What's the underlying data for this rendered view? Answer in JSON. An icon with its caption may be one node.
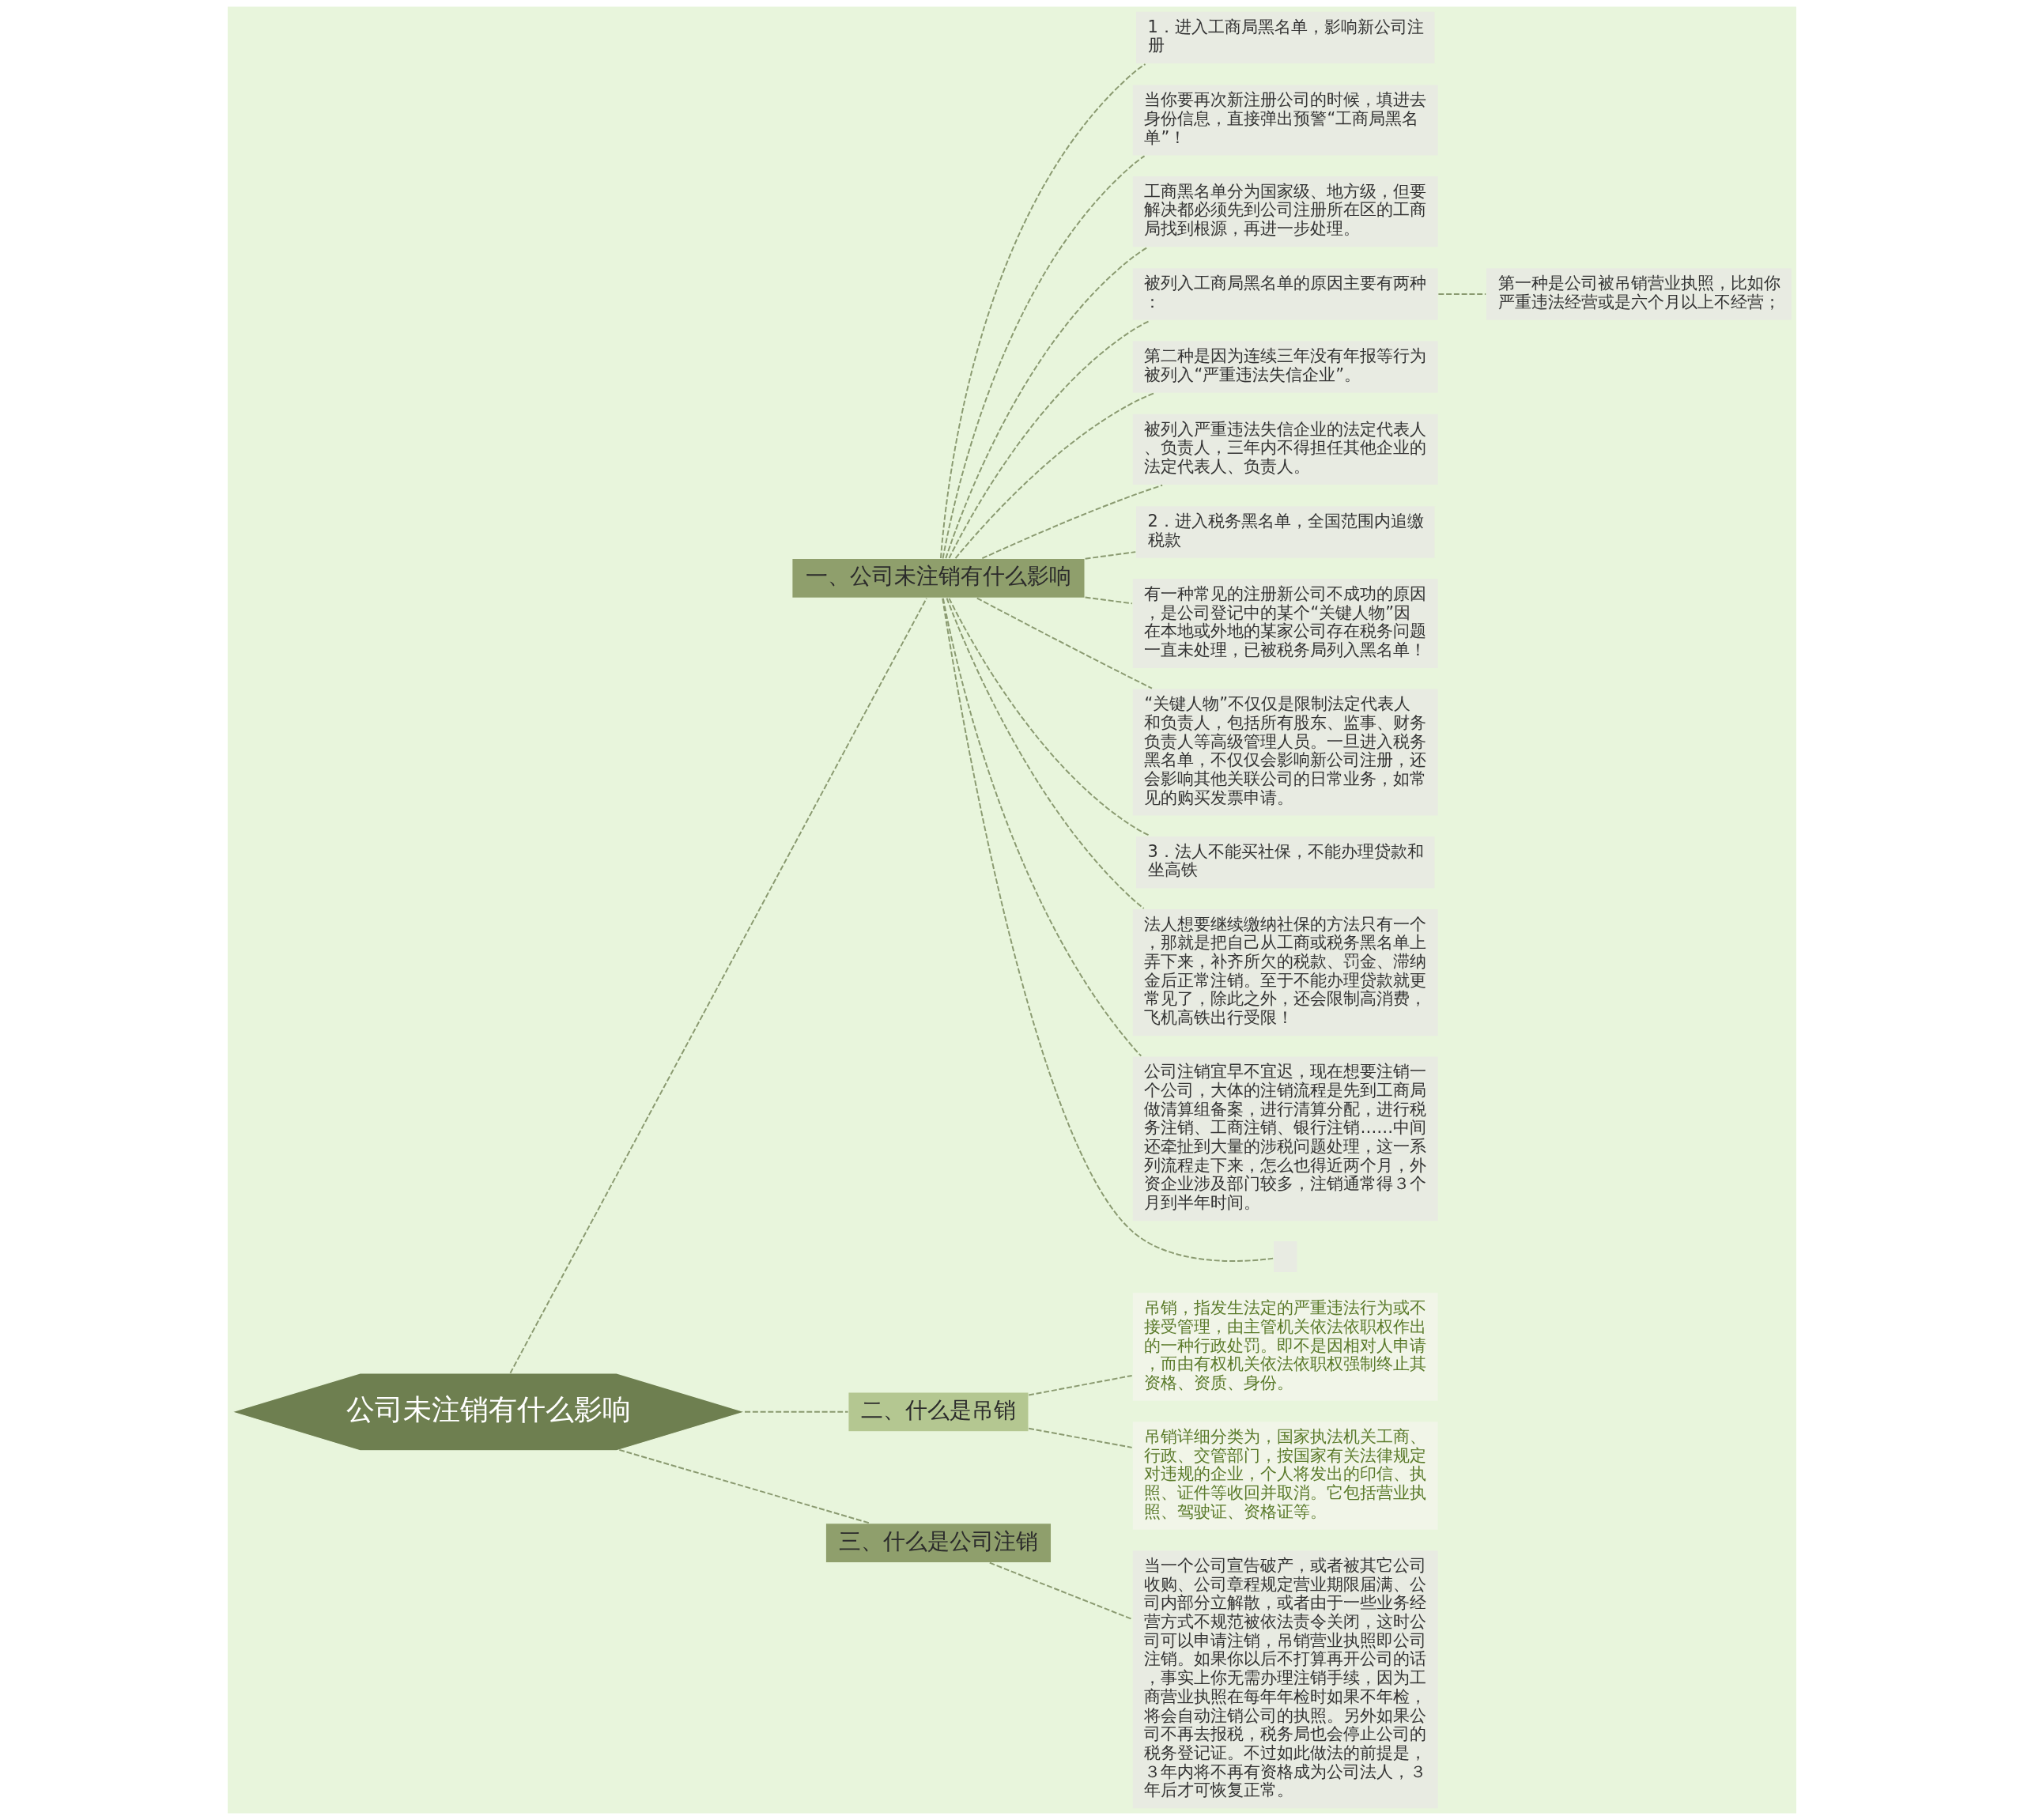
{
  "diagram": {
    "nodes": [
      {
        "text": [
          "公司未注销有什么影响"
        ]
      },
      {
        "text": [
          "一、公司未注销有什么影响"
        ]
      },
      {
        "text": [
          "1．进入工商局黑名单，影响新公司注册"
        ]
      },
      {
        "text": [
          "当你要再次新注册公司的时候，填进去身份信息，直接弹出预警“工商局黑名单”！"
        ]
      },
      {
        "text": [
          "工商黑名单分为国家级、地方级，但要解决都必须先到公司注册所在区的工商局找到根源，再进一步处理。"
        ]
      },
      {
        "text": [
          "被列入工商局黑名单的原因主要有两种："
        ]
      },
      {
        "text": [
          "第一种是公司被吊销营业执照，比如你严重违法经营或是六个月以上不经营；"
        ]
      },
      {
        "text": [
          "第二种是因为连续三年没有年报等行为被列入“严重违法失信企业”。"
        ]
      },
      {
        "text": [
          "被列入严重违法失信企业的法定代表人、负责人，三年内不得担任其他企业的法定代表人、负责人。"
        ]
      },
      {
        "text": [
          "2．进入税务黑名单，全国范围内追缴税款"
        ]
      },
      {
        "text": [
          "有一种常见的注册新公司不成功的原因，是公司登记中的某个“关键人物”因在本地或外地的某家公司存在税务问题一直未处理，已被税务局列入黑名单！"
        ]
      },
      {
        "text": [
          "“关键人物”不仅仅是限制法定代表人和负责人，包括所有股东、监事、财务负责人等高级管理人员。一旦进入税务黑名单，不仅仅会影响新公司注册，还会影响其他关联公司的日常业务，如常见的购买发票申请。"
        ]
      },
      {
        "text": [
          "3．法人不能买社保，不能办理贷款和坐高铁"
        ]
      },
      {
        "text": [
          "法人想要继续缴纳社保的方法只有一个，那就是把自己从工商或税务黑名单上弄下来，补齐所欠的税款、罚金、滞纳金后正常注销。至于不能办理贷款就更常见了，除此之外，还会限制高消费，飞机高铁出行受限！"
        ]
      },
      {
        "text": [
          "公司注销宜早不宜迟，现在想要注销一个公司，大体的注销流程是先到工商局做清算组备案，进行清算分配，进行税务注销、工商注销、银行注销……中间还牵扯到大量的涉税问题处理，这一系列流程走下来，怎么也得近两个月，外资企业涉及部门较多，注销通常得３个月到半年时间。"
        ]
      },
      {
        "text": [],
        "shape": "box"
      },
      {
        "text": [
          "二、什么是吊销"
        ]
      },
      {
        "text": [
          "吊销，指发生法定的严重违法行为或不接受管理，由主管机关依法依职权作出的一种行政处罚。即不是因相对人申请，而由有权机关依法依职权强制终止其资格、资质、身份。"
        ]
      },
      {
        "text": [
          "吊销详细分类为，国家执法机关工商、行政、交管部门，按国家有关法律规定对违规的企业，个人将发出的印信、执照、证件等收回并取消。它包括营业执照、驾驶证、资格证等。"
        ]
      },
      {
        "text": [
          "三、什么是公司注销"
        ]
      },
      {
        "text": [
          "当一个公司宣告破产，或者被其它公司收购、公司章程规定营业期限届满、公司内部分立解散，或者由于一些业务经营方式不规范被依法责令关闭，这时公司可以申请注销，吊销营业执照即公司注销。如果你以后不打算再开公司的话，事实上你无需办理注销手续，因为工商营业执照在每年年检时如果不年检，将会自动注销公司的执照。另外如果公司不再去报税，税务局也会停止公司的税务登记证。不过如此做法的前提是，３年内将不再有资格成为公司法人，３年后才可恢复正常。"
        ]
      }
    ],
    "edges": [
      {
        "from": 0,
        "to": 1,
        "arrow": "none",
        "style": "dashed"
      },
      {
        "from": 1,
        "to": 2,
        "arrow": "none",
        "style": "dashed"
      },
      {
        "from": 1,
        "to": 3,
        "arrow": "none",
        "style": "dashed"
      },
      {
        "from": 1,
        "to": 4,
        "arrow": "none",
        "style": "dashed"
      },
      {
        "from": 1,
        "to": 5,
        "arrow": "none",
        "style": "dashed"
      },
      {
        "from": 5,
        "to": 6,
        "arrow": "none",
        "style": "dashed"
      },
      {
        "from": 1,
        "to": 7,
        "arrow": "none",
        "style": "dashed"
      },
      {
        "from": 1,
        "to": 8,
        "arrow": "none",
        "style": "dashed"
      },
      {
        "from": 1,
        "to": 9,
        "arrow": "none",
        "style": "dashed"
      },
      {
        "from": 1,
        "to": 10,
        "arrow": "none",
        "style": "dashed"
      },
      {
        "from": 1,
        "to": 11,
        "arrow": "none",
        "style": "dashed"
      },
      {
        "from": 1,
        "to": 12,
        "arrow": "none",
        "style": "dashed"
      },
      {
        "from": 1,
        "to": 13,
        "arrow": "none",
        "style": "dashed"
      },
      {
        "from": 1,
        "to": 14,
        "arrow": "none",
        "style": "dashed"
      },
      {
        "from": 1,
        "to": 15,
        "arrow": "none",
        "style": "dashed"
      },
      {
        "from": 0,
        "to": 16,
        "arrow": "none",
        "style": "dashed"
      },
      {
        "from": 16,
        "to": 17,
        "arrow": "none",
        "style": "dashed"
      },
      {
        "from": 16,
        "to": 18,
        "arrow": "none",
        "style": "dashed"
      },
      {
        "from": 0,
        "to": 19,
        "arrow": "none",
        "style": "dashed"
      },
      {
        "from": 19,
        "to": 20,
        "arrow": "none",
        "style": "dashed"
      }
    ]
  }
}
